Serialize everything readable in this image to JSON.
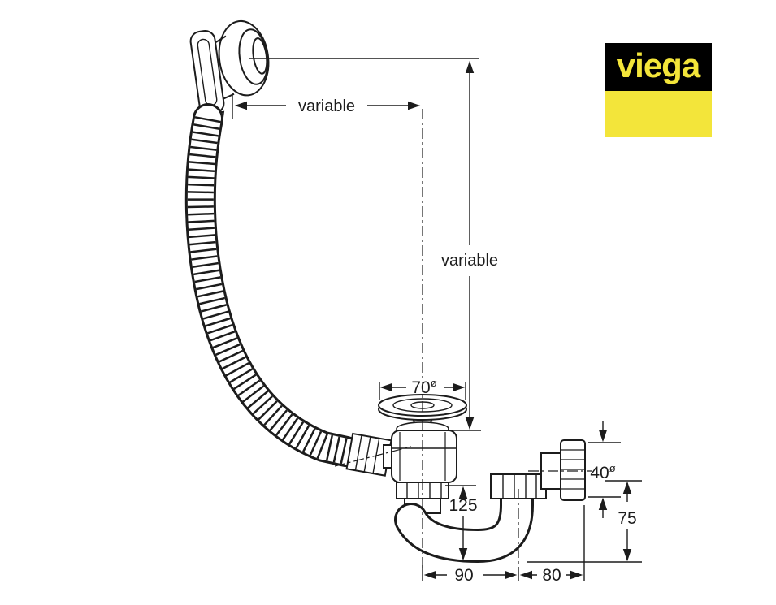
{
  "colors": {
    "background": "#ffffff",
    "line": "#1c1c1c",
    "logo_bg": "#000000",
    "logo_yellow": "#f3e53a"
  },
  "logo": {
    "brand": "viega"
  },
  "dimensions": {
    "top_width": {
      "label": "variable"
    },
    "overall_height": {
      "label": "variable"
    },
    "plug_diameter": {
      "value": "70",
      "suffix": "ø"
    },
    "outlet_diameter": {
      "value": "40",
      "suffix": "ø"
    },
    "tailpiece_height": {
      "value": "125"
    },
    "outlet_height": {
      "value": "75"
    },
    "bottom_span_left": {
      "value": "90"
    },
    "bottom_span_right": {
      "value": "80"
    }
  }
}
